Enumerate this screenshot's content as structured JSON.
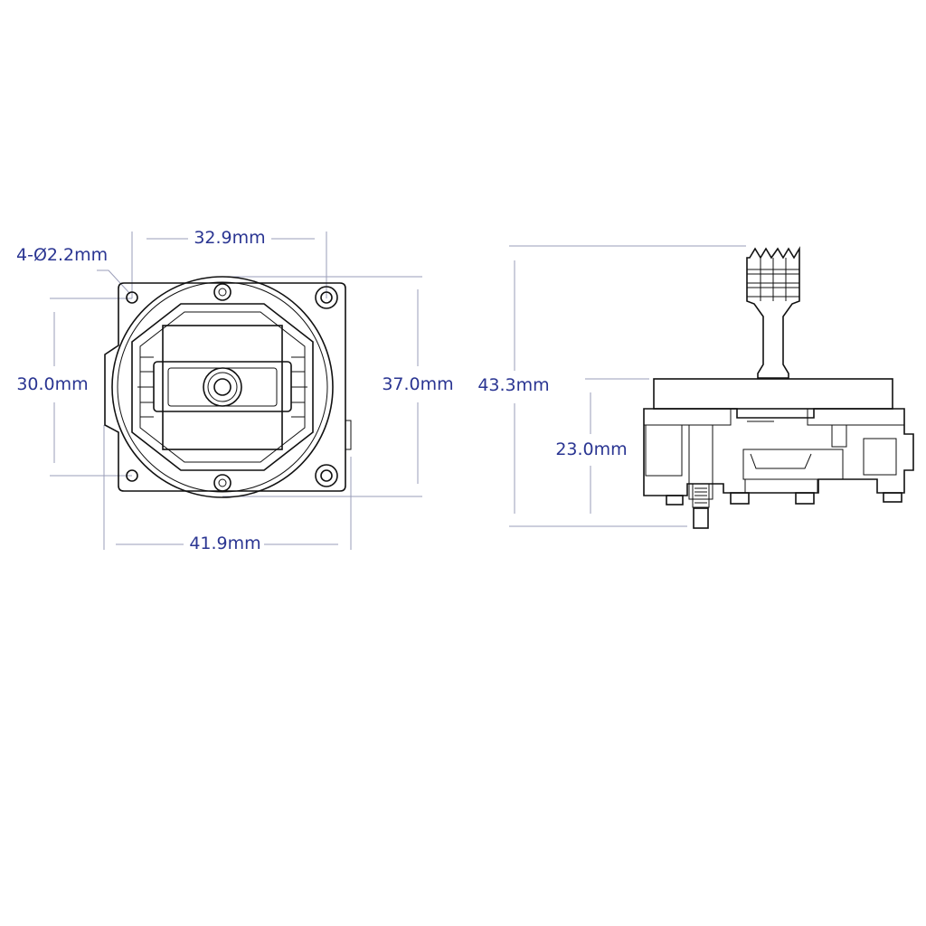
{
  "front_view": {
    "hole_callout": "4-Ø2.2mm",
    "hole_spacing_horizontal": "32.9mm",
    "hole_spacing_vertical": "30.0mm",
    "overall_height": "37.0mm",
    "overall_width": "41.9mm"
  },
  "side_view": {
    "overall_height": "43.3mm",
    "body_height": "23.0mm"
  },
  "colors": {
    "dimension_text": "#2a3592",
    "dimension_line": "#9a9db8",
    "drawing_line": "#111111"
  }
}
